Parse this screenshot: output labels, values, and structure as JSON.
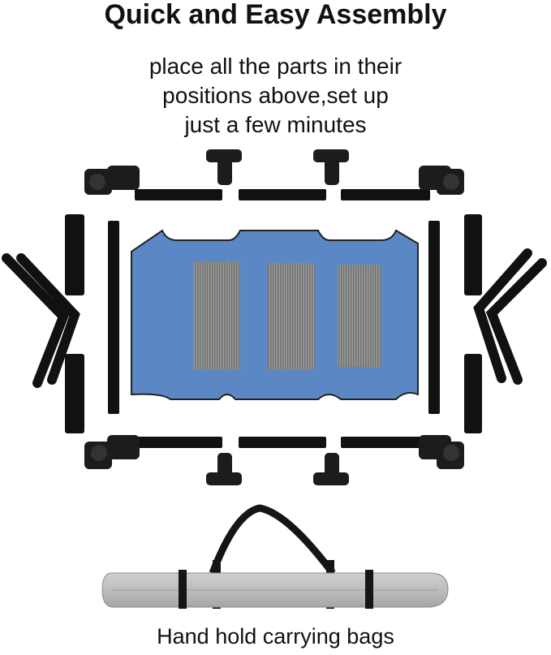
{
  "heading": "Quick and Easy Assembly",
  "instructions": [
    "place all the parts in their",
    "positions above,set up",
    "just a few minutes"
  ],
  "caption": "Hand hold carrying bags",
  "colors": {
    "frame": "#111111",
    "fabric": "#5b88c4",
    "mesh": "#8f8f8f",
    "bag": "#bfbfbf"
  }
}
